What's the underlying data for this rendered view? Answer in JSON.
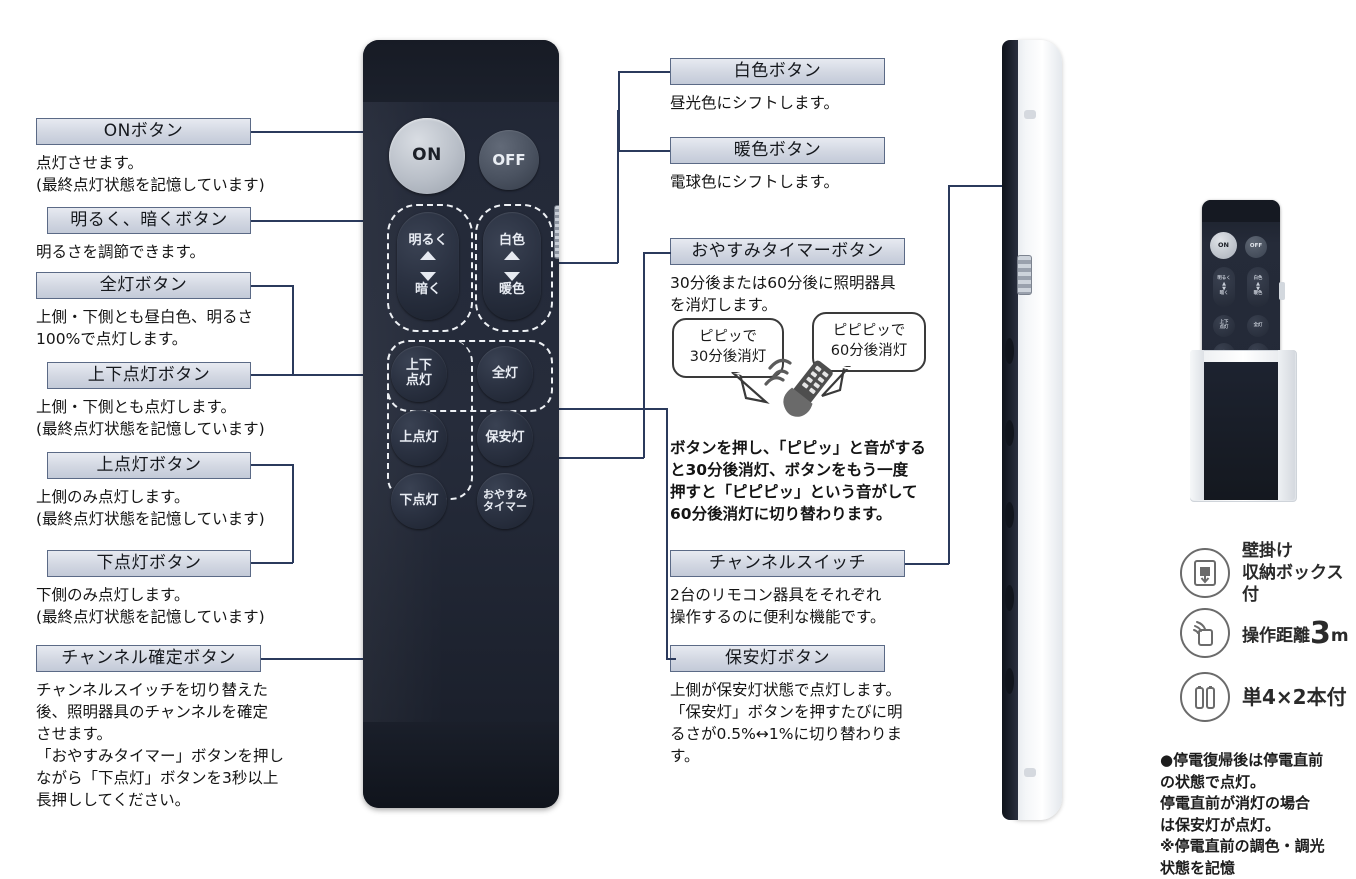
{
  "left_callouts": [
    {
      "title": "ONボタン",
      "desc": "点灯させます。\n(最終点灯状態を記憶しています)"
    },
    {
      "title": "明るく、暗くボタン",
      "desc": "明るさを調節できます。"
    },
    {
      "title": "全灯ボタン",
      "desc": "上側・下側とも昼白色、明るさ\n100%で点灯します。"
    },
    {
      "title": "上下点灯ボタン",
      "desc": "上側・下側とも点灯します。\n(最終点灯状態を記憶しています)"
    },
    {
      "title": "上点灯ボタン",
      "desc": "上側のみ点灯します。\n(最終点灯状態を記憶しています)"
    },
    {
      "title": "下点灯ボタン",
      "desc": "下側のみ点灯します。\n(最終点灯状態を記憶しています)"
    },
    {
      "title": "チャンネル確定ボタン",
      "desc": "チャンネルスイッチを切り替えた\n後、照明器具のチャンネルを確定\nさせます。\n「おやすみタイマー」ボタンを押し\nながら「下点灯」ボタンを3秒以上\n長押ししてください。"
    }
  ],
  "right_callouts": [
    {
      "title": "白色ボタン",
      "desc": "昼光色にシフトします。"
    },
    {
      "title": "暖色ボタン",
      "desc": "電球色にシフトします。"
    },
    {
      "title": "おやすみタイマーボタン",
      "desc": "30分後または60分後に照明器具\nを消灯します。"
    },
    {
      "title": "チャンネルスイッチ",
      "desc": "2台のリモコン器具をそれぞれ\n操作するのに便利な機能です。"
    },
    {
      "title": "保安灯ボタン",
      "desc": "上側が保安灯状態で点灯します。\n「保安灯」ボタンを押すたびに明\nるさが0.5%↔1%に切り替わりま\nす。"
    }
  ],
  "timer_detail": "ボタンを押し、「ピピッ」と音がする\nと30分後消灯、ボタンをもう一度\n押すと「ピピピッ」という音がして\n60分後消灯に切り替わります。",
  "bubbles": [
    {
      "text": "ピピッで\n30分後消灯"
    },
    {
      "text": "ピピピッで\n60分後消灯"
    }
  ],
  "remote_buttons": {
    "on": "ON",
    "off": "OFF",
    "brighter": "明るく",
    "darker": "暗く",
    "white": "白色",
    "warm": "暖色",
    "up_down_light": "上下\n点灯",
    "all_light": "全灯",
    "up_light": "上点灯",
    "night_light": "保安灯",
    "down_light": "下点灯",
    "sleep_timer": "おやすみ\nタイマー"
  },
  "specs": [
    {
      "icon": "wall-mount-box-icon",
      "text": "壁掛け\n収納ボックス付",
      "value": "",
      "unit": ""
    },
    {
      "icon": "signal-range-icon",
      "text": "操作距離",
      "value": "3",
      "unit": "m"
    },
    {
      "icon": "battery-icon",
      "text": "単4×2本付",
      "value": "",
      "unit": ""
    }
  ],
  "notes": [
    {
      "marker": "●",
      "text": "停電復帰後は停電直前\nの状態で点灯。\n停電直前が消灯の場合\nは保安灯が点灯。"
    },
    {
      "marker": "※",
      "text": "停電直前の調色・調光\n状態を記憶"
    }
  ],
  "colors": {
    "label_border": "#5b6a86",
    "label_fill": "#d2d7e2",
    "connector": "#2b3a5c",
    "remote_body": "#262c3b",
    "accent_dot": "#ffffff"
  }
}
